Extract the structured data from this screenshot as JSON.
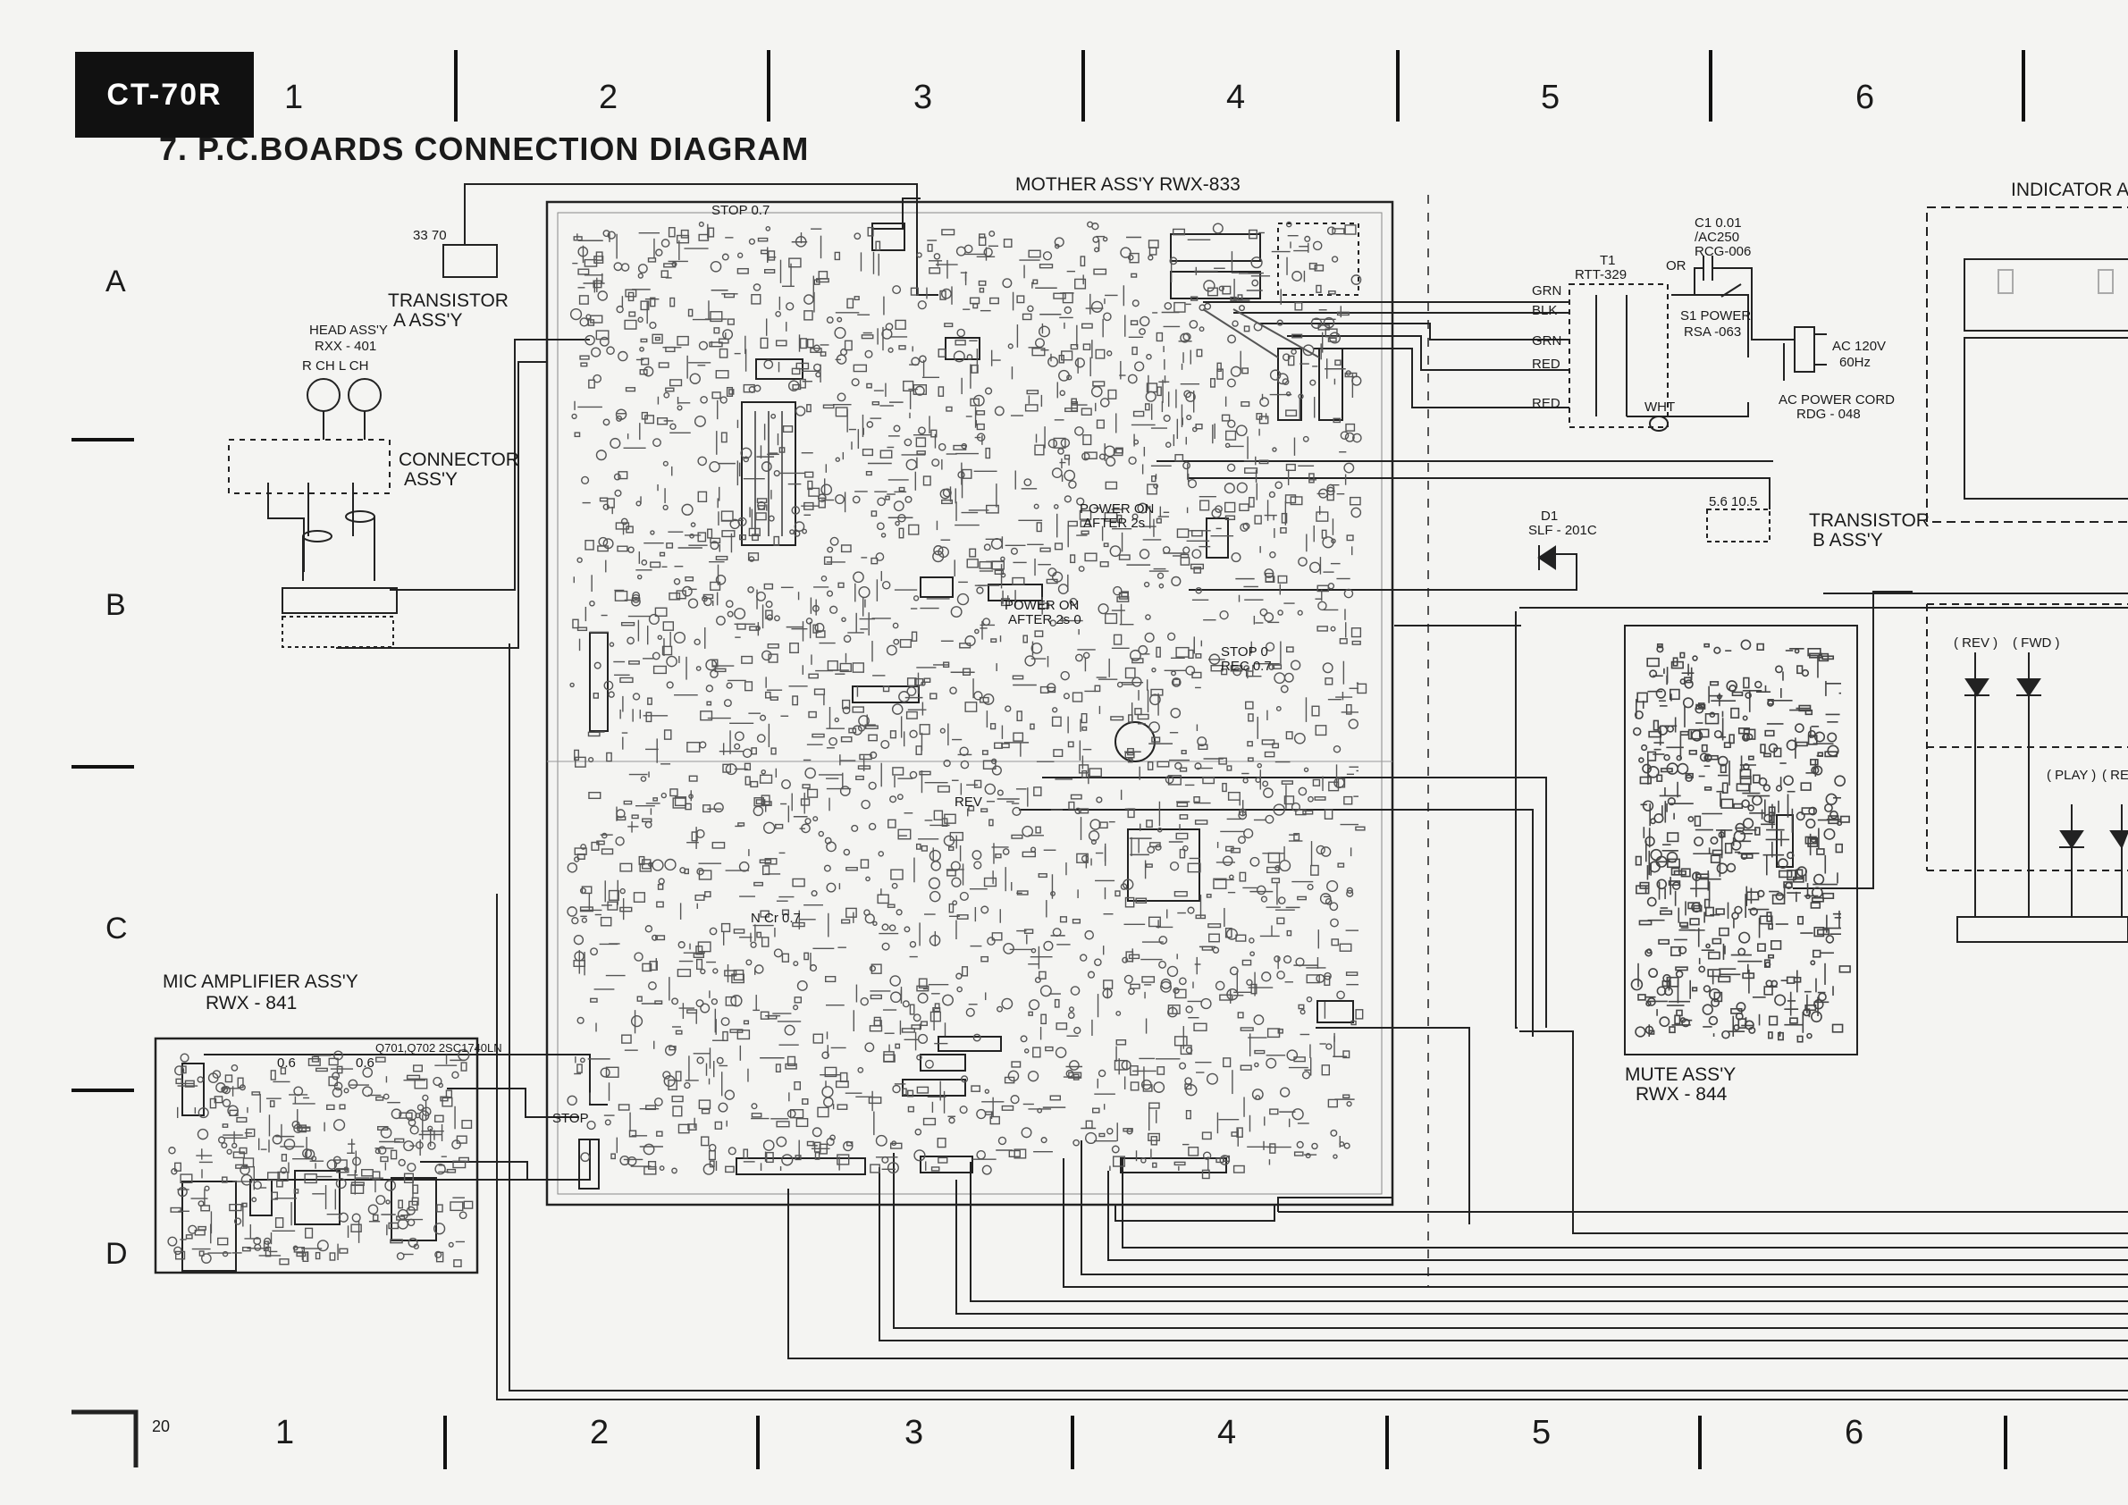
{
  "header": {
    "model_badge": "CT-70R",
    "section_title": "7. P.C.BOARDS CONNECTION DIAGRAM"
  },
  "grid": {
    "columns_top": [
      "1",
      "2",
      "3",
      "4",
      "5",
      "6"
    ],
    "columns_bottom": [
      "1",
      "2",
      "3",
      "4",
      "5",
      "6"
    ],
    "rows": [
      "A",
      "B",
      "C",
      "D"
    ]
  },
  "page_number": "20",
  "assemblies": {
    "mother": "MOTHER ASS'Y  RWX-833",
    "transistor_a_line1": "TRANSISTOR",
    "transistor_a_line2": "A  ASS'Y",
    "head_line1": "HEAD ASS'Y",
    "head_line2": "RXX - 401",
    "head_channels": "R CH    L CH",
    "connector_line1": "CONNECTOR",
    "connector_line2": "ASS'Y",
    "mic_line1": "MIC  AMPLIFIER  ASS'Y",
    "mic_line2": "RWX - 841",
    "mute_line1": "MUTE  ASS'Y",
    "mute_line2": "RWX - 844",
    "indicator": "INDICATOR  AS",
    "transistor_b_line1": "TRANSISTOR",
    "transistor_b_line2": "B   ASS'Y"
  },
  "power_section": {
    "capacitor_line1": "C1  0.01",
    "capacitor_line2": "/AC250",
    "capacitor_line3": "RCG-006",
    "transformer_line1": "T1",
    "transformer_line2": "RTT-329",
    "switch_line1": "S1  POWER",
    "switch_line2": "RSA -063",
    "ac_line1": "AC 120V",
    "ac_line2": "60Hz",
    "cord_line1": "AC  POWER  CORD",
    "cord_line2": "RDG - 048",
    "wires": [
      "GRN",
      "BLK",
      "GRN",
      "RED",
      "RED"
    ],
    "wht": "WHT",
    "or": "OR",
    "led_line1": "D1",
    "led_line2": "SLF - 201C"
  },
  "indicator_labels": {
    "rev": "( REV )",
    "fwd": "( FWD )",
    "play": "( PLAY )",
    "rec": "( RE"
  },
  "board_notes": {
    "stop_07": "STOP 0.7",
    "power_on_1a": "POWER ON",
    "power_on_1b": "AFTER 2s",
    "power_on_2a": "POWER ON",
    "power_on_2b": "AFTER 2s  0",
    "stop_reco": "STOP 0",
    "reco": "REC 0.7",
    "rev": "REV",
    "ncr": "N Cr 0.7",
    "mic_06a": "0.6",
    "mic_06b": "0.6",
    "stop_left": "STOP",
    "transistor_a_pins": "33  70",
    "transistor_b_pins": "5.6  10.5",
    "mic_transistors": "Q701,Q702  2SC1740LN"
  }
}
